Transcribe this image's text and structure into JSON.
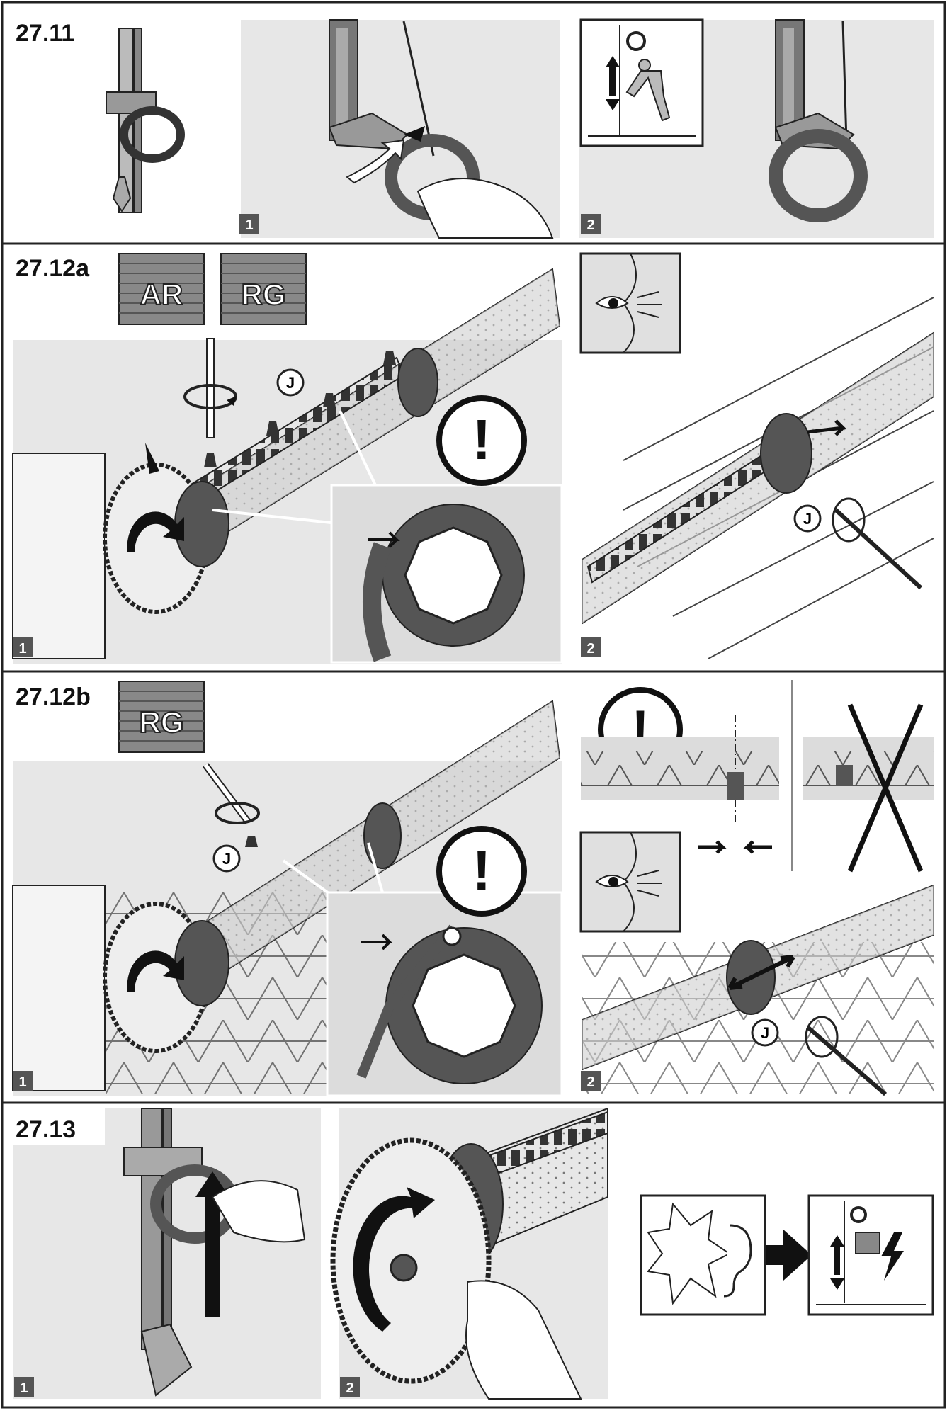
{
  "sections": [
    {
      "label": "27.11",
      "steps": [
        "1",
        "2"
      ]
    },
    {
      "label": "27.12a",
      "steps": [
        "1",
        "2"
      ],
      "door_types": [
        "AR",
        "RG"
      ],
      "screw_mark": "J"
    },
    {
      "label": "27.12b",
      "steps": [
        "1",
        "2"
      ],
      "door_types": [
        "RG"
      ],
      "screw_mark": "J"
    },
    {
      "label": "27.13",
      "steps": [
        "1",
        "2"
      ]
    }
  ],
  "symbols": {
    "attention": "!",
    "forbidden": "cross-icon",
    "visual_check": "eye-icon",
    "hear": "ear-icon",
    "electric": "lightning-icon"
  },
  "colors": {
    "panel": "#e7e7e7",
    "frame": "#222222",
    "step_badge": "#555555",
    "dark_part": "#4a4a4a"
  }
}
